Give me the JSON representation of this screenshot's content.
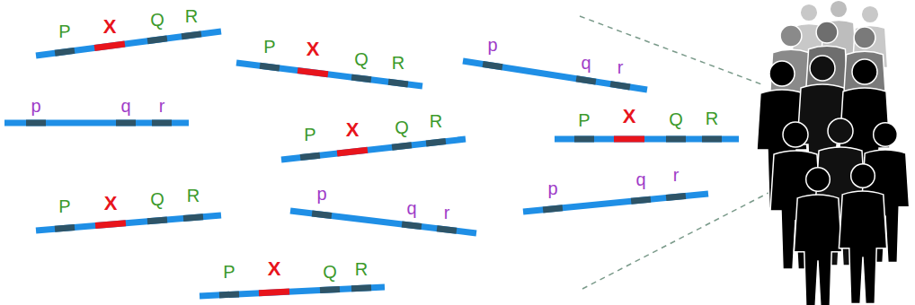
{
  "diagram": {
    "labels": [
      "P",
      "X",
      "Q",
      "R",
      "P",
      "X",
      "Q",
      "R",
      "p",
      "q",
      "r",
      "p",
      "q",
      "r",
      "P",
      "X",
      "Q",
      "R",
      "P",
      "X",
      "Q",
      "R",
      "P",
      "X",
      "Q",
      "R",
      "p",
      "q",
      "r",
      "p",
      "q",
      "r",
      "P",
      "X",
      "Q",
      "R"
    ]
  }
}
